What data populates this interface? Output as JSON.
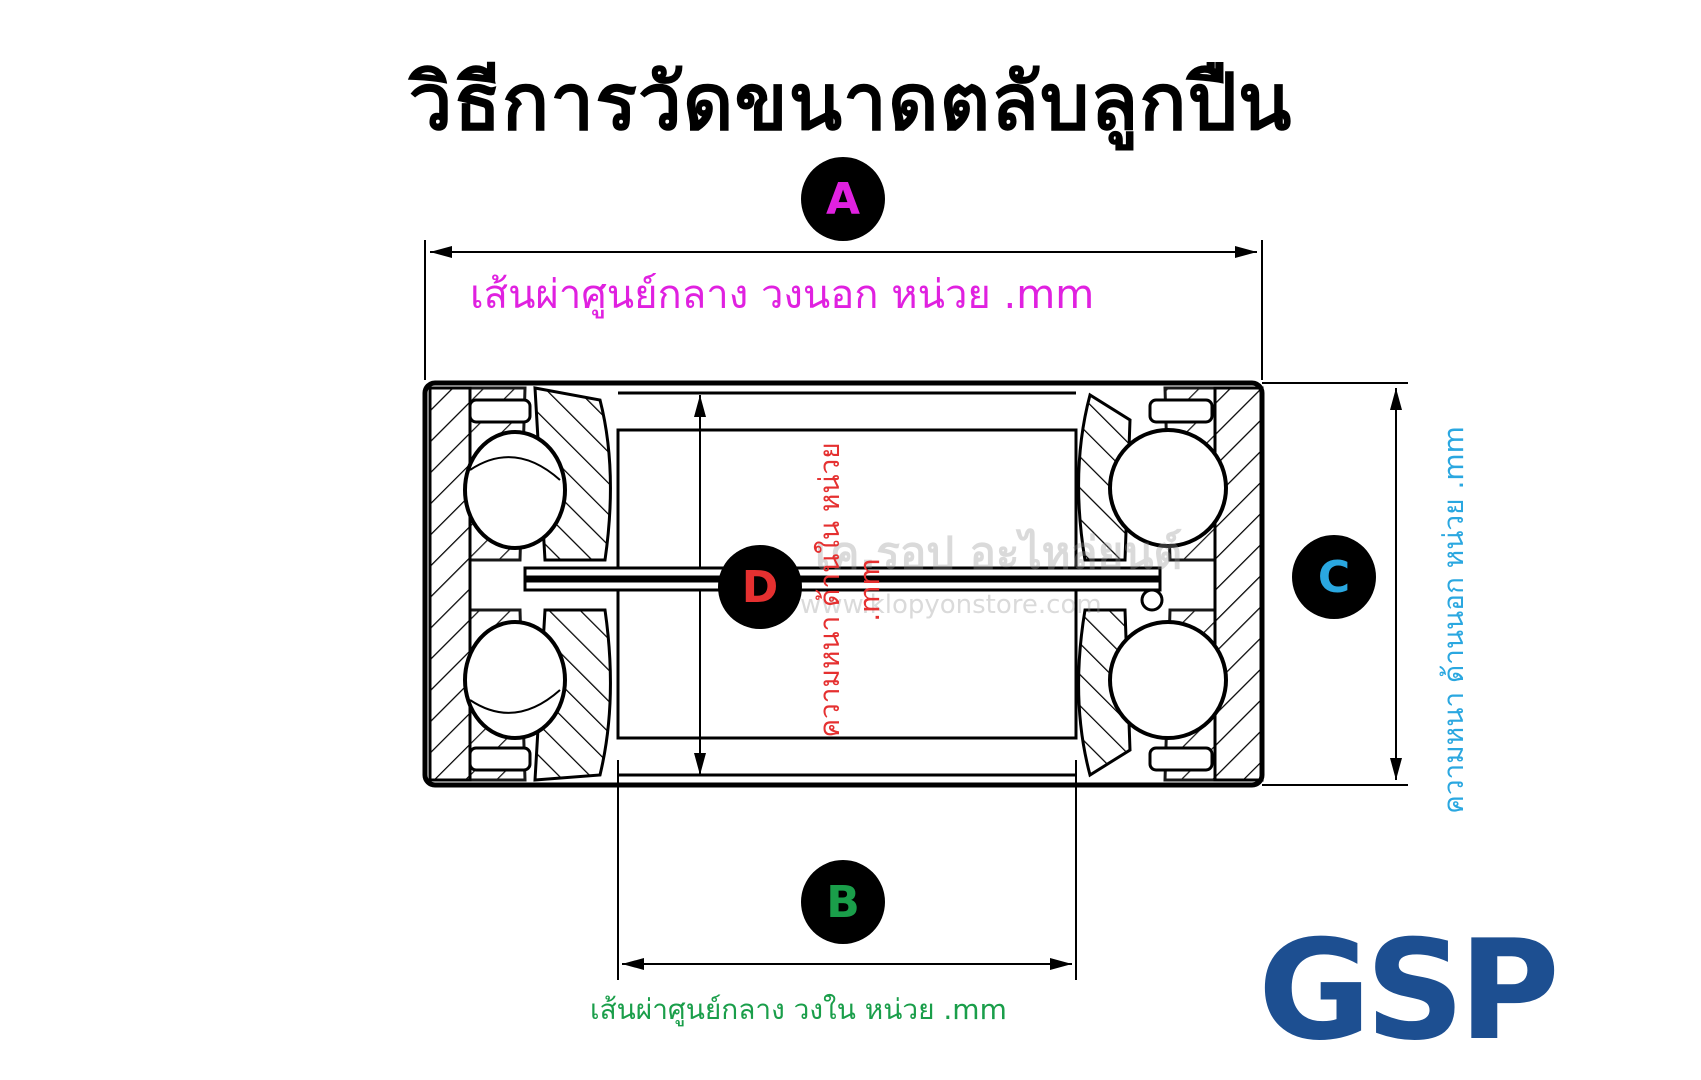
{
  "title": "วิธีการวัดขนาดตลับลูกปืน",
  "labels": {
    "a": "เส้นผ่าศูนย์กลาง วงนอก หน่วย .mm",
    "b": "เส้นผ่าศูนย์กลาง วงใน หน่วย .mm",
    "c": "ความหนา ด้านนอก หน่วย .mm",
    "d": "ความหนา ด้านใน หน่วย .mm"
  },
  "badges": {
    "a": "A",
    "b": "B",
    "c": "C",
    "d": "D"
  },
  "colors": {
    "a": "#e021e0",
    "b": "#1a9e4a",
    "c": "#2aa7e0",
    "d": "#e53030",
    "logo": "#1d4f91"
  },
  "watermark": {
    "line1": "เค.รอป อะไหล่ยนต์",
    "line2": "www.klopyonstore.com"
  },
  "logo": {
    "text": "GSP"
  }
}
